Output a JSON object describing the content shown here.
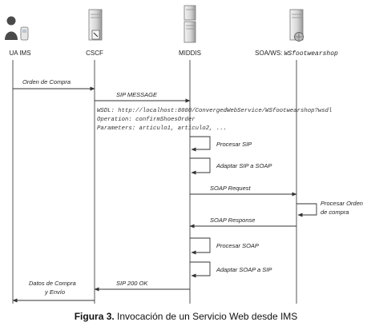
{
  "participants": [
    {
      "id": "ua",
      "label": "UA IMS",
      "icon": "user-phone-icon"
    },
    {
      "id": "cscf",
      "label": "CSCF",
      "icon": "server-icon"
    },
    {
      "id": "middis",
      "label": "MIDDIS",
      "icon": "server-stack-icon"
    },
    {
      "id": "soa",
      "label_prefix": "SOA/WS: ",
      "label_name": "WSfootwearshop",
      "icon": "web-service-server-icon"
    }
  ],
  "messages": {
    "orden_compra": "Orden de Compra",
    "sip_message": "SIP MESSAGE",
    "procesar_sip": "Procesar SIP",
    "adaptar_sip_soap": "Adaptar SIP a SOAP",
    "soap_request": "SOAP Request",
    "procesar_orden_1": "Procesar Orden",
    "procesar_orden_2": "de compra",
    "soap_response": "SOAP Response",
    "procesar_soap": "Procesar SOAP",
    "adaptar_soap_sip": "Adaptar SOAP a SIP",
    "sip_200": "SIP 200 OK",
    "datos_1": "Datos de Compra",
    "datos_2": "y Envío"
  },
  "sip_details": {
    "wsdl": "WSDL: http://localhost:8080/ConvergedWebService/WSfootwearshop?wsdl",
    "operation": "Operation: confirmShoesOrder",
    "parameters": "Parameters: articulo1, articulo2, ..."
  },
  "caption": {
    "prefix": "Figura 3.",
    "text": " Invocación de un Servicio Web desde IMS"
  }
}
